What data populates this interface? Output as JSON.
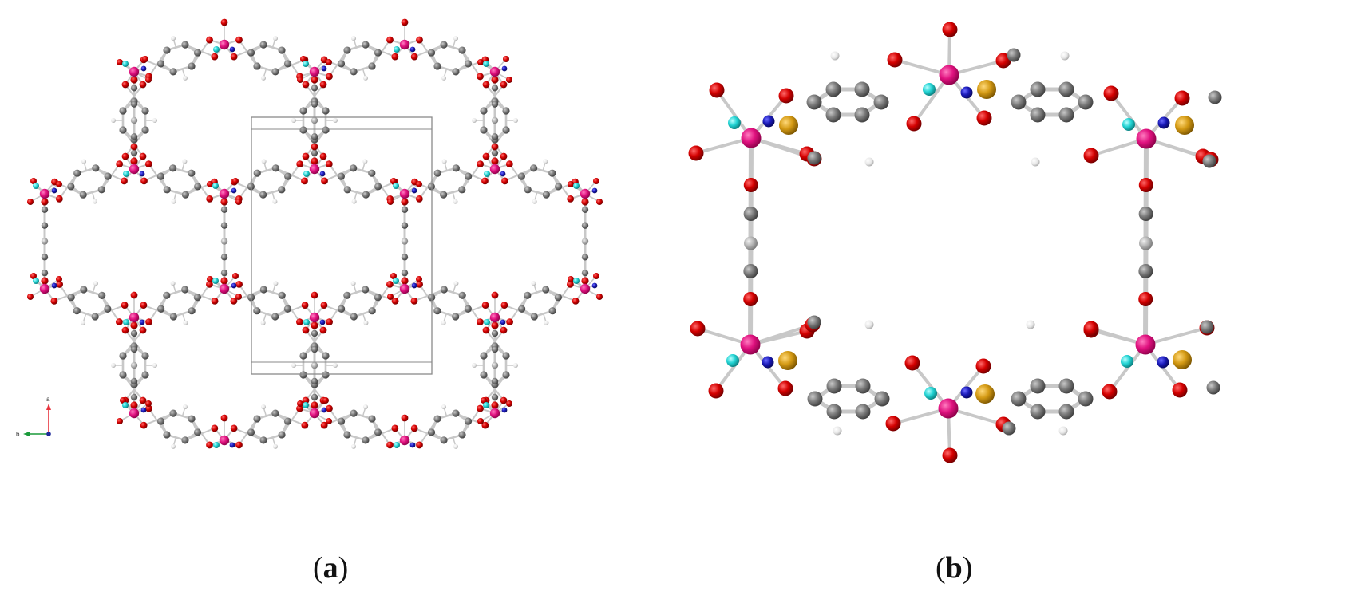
{
  "panels": [
    {
      "id": "a",
      "label_open": "(",
      "label_letter": "a",
      "label_close": ")"
    },
    {
      "id": "b",
      "label_open": "(",
      "label_letter": "b",
      "label_close": ")"
    }
  ],
  "axis_triad": {
    "a_label": "a",
    "b_label": "b",
    "a_color": "#e8323c",
    "b_color": "#1a9a3a",
    "c_color": "#1f2a9a"
  },
  "atom_colors": {
    "metal": "#e0117f",
    "oxygen": "#d40000",
    "carbon": "#7b7b7b",
    "carbon_light": "#b5b5b5",
    "hydrogen": "#e6e6e6",
    "nitrogen": "#1a1ab8",
    "fluorine": "#22d3d3",
    "sulfur": "#d49a14",
    "bond": "#c8c8c8",
    "cell": "#8a8a8a"
  }
}
